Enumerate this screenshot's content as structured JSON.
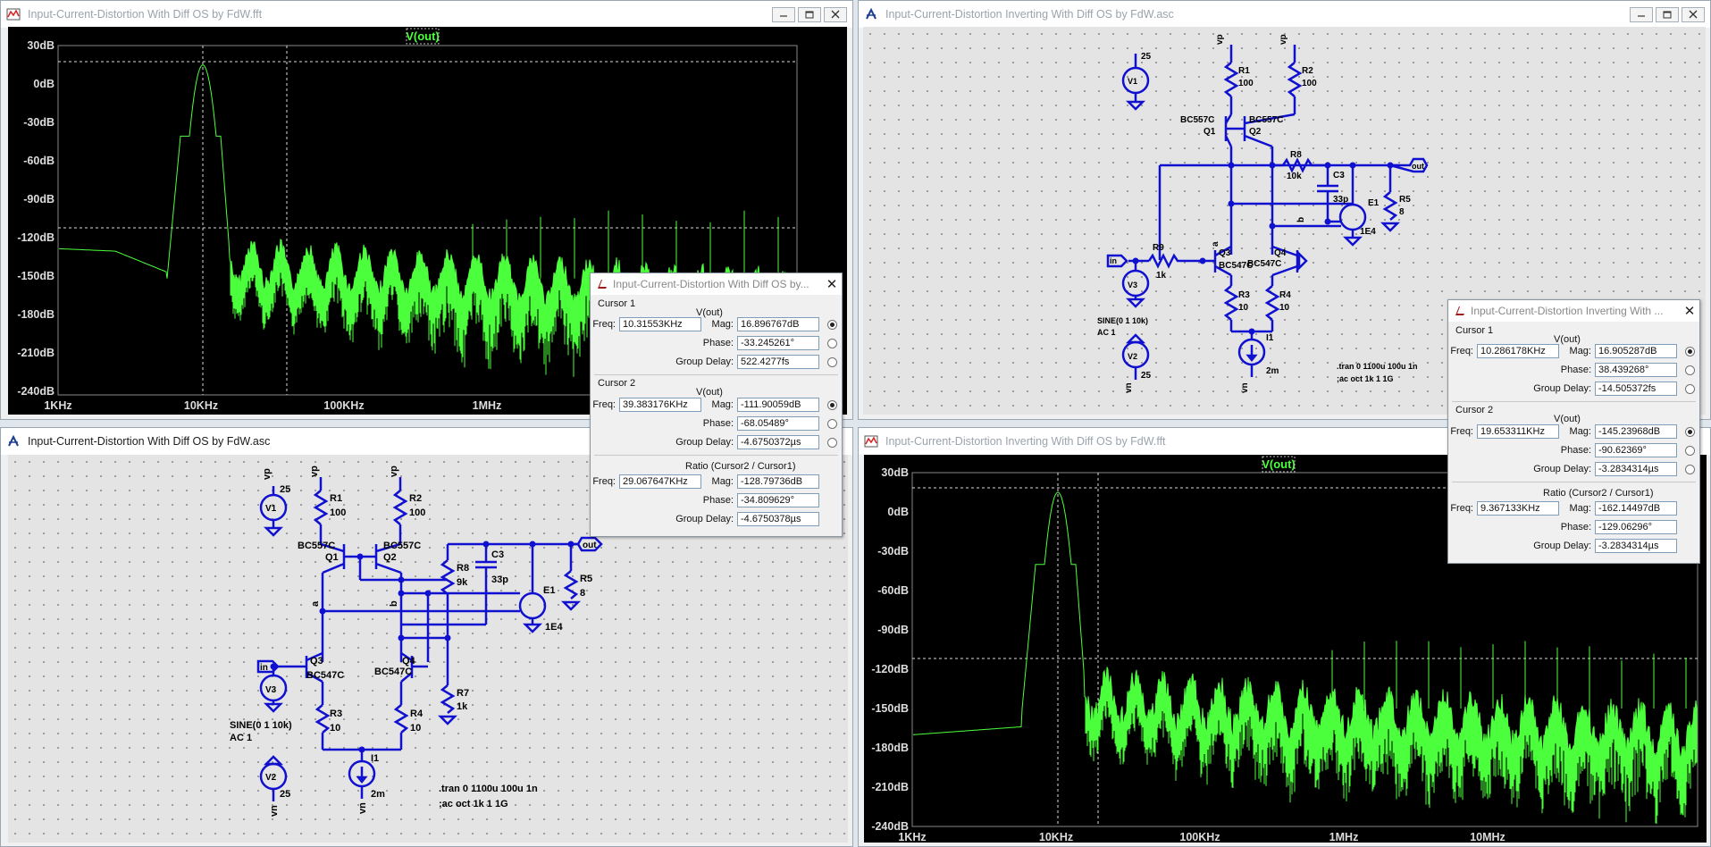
{
  "windows": {
    "fft1": {
      "title": "Input-Current-Distortion With Diff OS by FdW.fft",
      "trace_label": "V(out)",
      "y_ticks": [
        "30dB",
        "0dB",
        "-30dB",
        "-60dB",
        "-90dB",
        "-120dB",
        "-150dB",
        "-180dB",
        "-210dB",
        "-240dB"
      ],
      "x_ticks": [
        "1KHz",
        "10KHz",
        "100KHz",
        "1MHz"
      ]
    },
    "sch1": {
      "title": "Input-Current-Distortion Inverting With Diff OS by FdW.asc",
      "labels": {
        "v1": "V1",
        "v1val": "25",
        "vp": "vp",
        "vn": "vn",
        "r1": "R1",
        "r1val": "100",
        "r2": "R2",
        "r2val": "100",
        "q1": "Q1",
        "q1m": "BC557C",
        "q2": "Q2",
        "q2m": "BC557C",
        "r8": "R8",
        "r8val": "10k",
        "c3": "C3",
        "c3val": "33p",
        "e1": "E1",
        "e1val": "1E4",
        "r5": "R5",
        "r5val": "8",
        "out": "out",
        "in": "in",
        "r9": "R9",
        "r9val": "1k",
        "q3": "Q3",
        "q3m": "BC547C",
        "q4": "Q4",
        "q4m": "BC547C",
        "v3": "V3",
        "sine": "SINE(0 1 10k)",
        "ac": "AC 1",
        "r3": "R3",
        "r3val": "10",
        "r4": "R4",
        "r4val": "10",
        "i1": "I1",
        "i1val": "2m",
        "v2": "V2",
        "v2val": "25",
        "a": "a",
        "b": "b",
        "tran": ".tran 0 1100u 100u 1n",
        "acdir": ";ac oct 1k 1 1G"
      }
    },
    "sch2": {
      "title": "Input-Current-Distortion With Diff OS by FdW.asc",
      "labels": {
        "v1": "V1",
        "v1val": "25",
        "vp": "vp",
        "vn": "vn",
        "r1": "R1",
        "r1val": "100",
        "r2": "R2",
        "r2val": "100",
        "q1": "Q1",
        "q1m": "BC557C",
        "q2": "Q2",
        "q2m": "BC557C",
        "r8": "R8",
        "r8val": "9k",
        "c3": "C3",
        "c3val": "33p",
        "e1": "E1",
        "e1val": "1E4",
        "r5": "R5",
        "r5val": "8",
        "out": "out",
        "in": "in",
        "q3": "Q3",
        "q3m": "BC547C",
        "q4": "Q4",
        "q4m": "BC547C",
        "r7": "R7",
        "r7val": "1k",
        "v3": "V3",
        "sine": "SINE(0 1 10k)",
        "ac": "AC 1",
        "r3": "R3",
        "r3val": "10",
        "r4": "R4",
        "r4val": "10",
        "i1": "I1",
        "i1val": "2m",
        "v2": "V2",
        "v2val": "25",
        "a": "a",
        "b": "b",
        "tran": ".tran 0 1100u 100u 1n",
        "acdir": ";ac oct 1k 1 1G"
      }
    },
    "fft2": {
      "title": "Input-Current-Distortion Inverting With Diff OS by FdW.fft",
      "trace_label": "V(out)",
      "y_ticks": [
        "30dB",
        "0dB",
        "-30dB",
        "-60dB",
        "-90dB",
        "-120dB",
        "-150dB",
        "-180dB",
        "-210dB",
        "-240dB"
      ],
      "x_ticks": [
        "1KHz",
        "10KHz",
        "100KHz",
        "1MHz",
        "10MHz"
      ]
    }
  },
  "cursor_windows": {
    "cw1": {
      "title": "Input-Current-Distortion With Diff OS by...",
      "labels": {
        "cursor1": "Cursor 1",
        "cursor2": "Cursor 2",
        "ratio": "Ratio (Cursor2 / Cursor1)",
        "vout": "V(out)",
        "freq": "Freq:",
        "mag": "Mag:",
        "phase": "Phase:",
        "gd": "Group Delay:"
      },
      "c1": {
        "freq": "10.31553KHz",
        "mag": "16.896767dB",
        "phase": "-33.245261°",
        "gd": "522.4277fs"
      },
      "c2": {
        "freq": "39.383176KHz",
        "mag": "-111.90059dB",
        "phase": "-68.05489°",
        "gd": "-4.6750372µs"
      },
      "ratio": {
        "freq": "29.067647KHz",
        "mag": "-128.79736dB",
        "phase": "-34.809629°",
        "gd": "-4.6750378µs"
      }
    },
    "cw2": {
      "title": "Input-Current-Distortion Inverting With ...",
      "labels": {
        "cursor1": "Cursor 1",
        "cursor2": "Cursor 2",
        "ratio": "Ratio (Cursor2 / Cursor1)",
        "vout": "V(out)",
        "freq": "Freq:",
        "mag": "Mag:",
        "phase": "Phase:",
        "gd": "Group Delay:"
      },
      "c1": {
        "freq": "10.286178KHz",
        "mag": "16.905287dB",
        "phase": "38.439268°",
        "gd": "-14.505372fs"
      },
      "c2": {
        "freq": "19.653311KHz",
        "mag": "-145.23968dB",
        "phase": "-90.62369°",
        "gd": "-3.2834314µs"
      },
      "ratio": {
        "freq": "9.367133KHz",
        "mag": "-162.14497dB",
        "phase": "-129.06296°",
        "gd": "-3.2834314µs"
      }
    }
  },
  "colors": {
    "trace": "#4cff3c",
    "wire": "#1010d0",
    "plot_bg": "#000000",
    "schem_bg": "#e4e4e4"
  },
  "icons": [
    "fft-window-icon",
    "schematic-window-icon",
    "minimize-icon",
    "restore-icon",
    "close-icon",
    "ltspice-logo-icon"
  ]
}
